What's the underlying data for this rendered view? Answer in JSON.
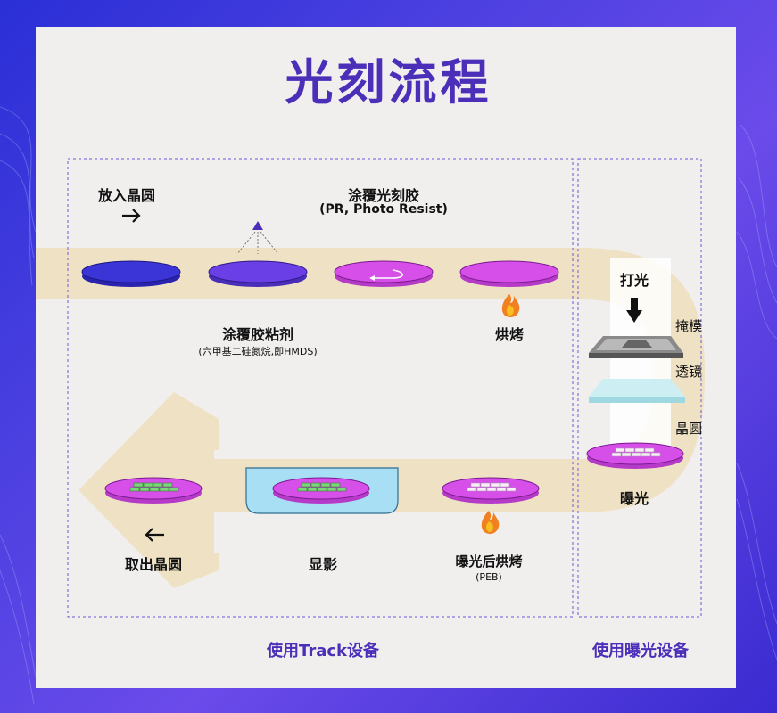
{
  "title": "光刻流程",
  "steps": {
    "load_wafer": "放入晶圆",
    "coat_resist": "涂覆光刻胶",
    "coat_resist_sub": "(PR, Photo Resist)",
    "coat_adhesive": "涂覆胶粘剂",
    "coat_adhesive_sub": "(六甲基二硅氮烷,即HMDS)",
    "bake": "烘烤",
    "light": "打光",
    "mask": "掩模",
    "lens": "透镜",
    "wafer": "晶圆",
    "expose": "曝光",
    "peb": "曝光后烘烤",
    "peb_sub": "(PEB)",
    "develop": "显影",
    "unload_wafer": "取出晶圆"
  },
  "footer": {
    "track": "使用Track设备",
    "exposure": "使用曝光设备"
  },
  "colors": {
    "title": "#4b2fb8",
    "wafer_blue": "#3b35d8",
    "wafer_violet": "#6a3fe6",
    "wafer_magenta": "#d64fe8",
    "track_band": "#efe2c4",
    "develop_bath": "#a9dff5"
  }
}
